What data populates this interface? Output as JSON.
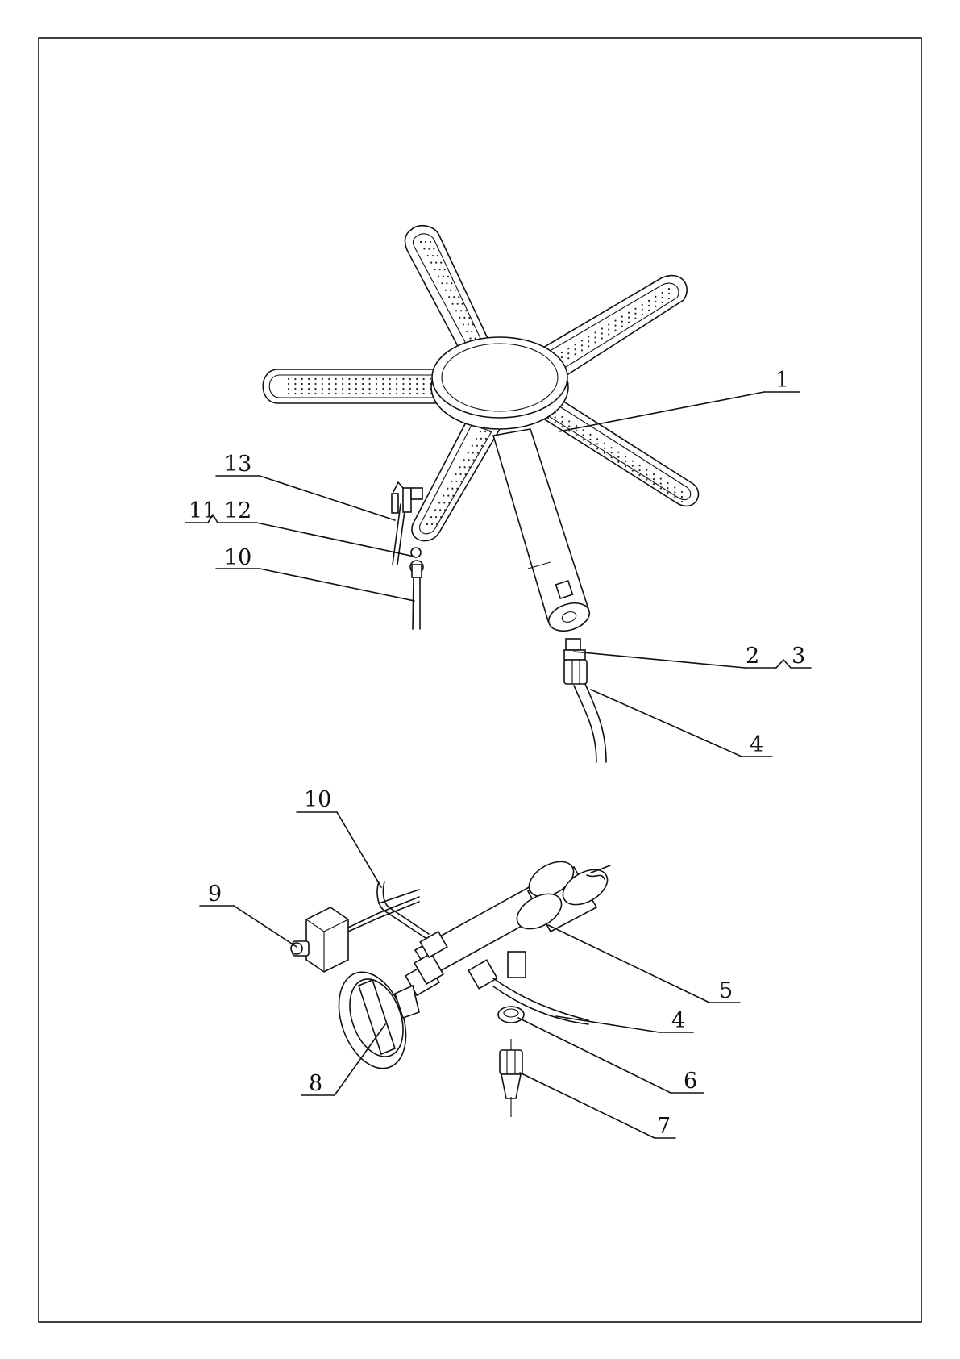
{
  "labels": {
    "l1": "1",
    "l2": "2",
    "l3": "3",
    "l4a": "4",
    "l10a": "10",
    "l11": "11",
    "l12": "12",
    "l13": "13",
    "l10b": "10",
    "l9": "9",
    "l5": "5",
    "l4b": "4",
    "l6": "6",
    "l7": "7",
    "l8": "8"
  }
}
